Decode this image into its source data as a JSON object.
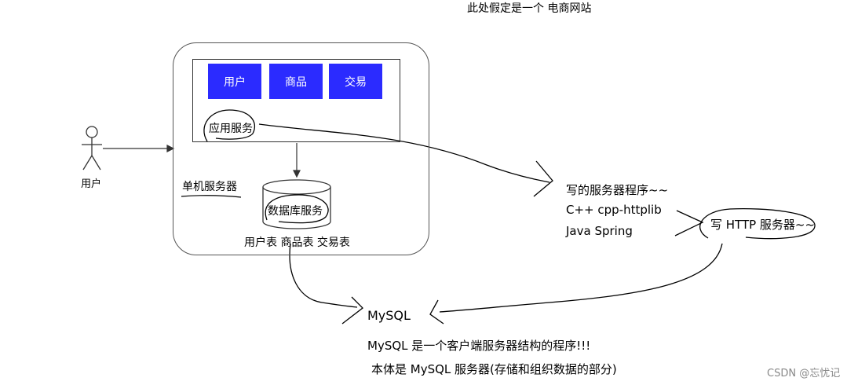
{
  "title": "此处假定是一个 电商网站",
  "user_label": "用户",
  "modules": [
    "用户",
    "商品",
    "交易"
  ],
  "app_service_label": "应用服务",
  "single_server_label": "单机服务器",
  "db_service_label": "数据库服务",
  "tables_label": "用户表 商品表 交易表",
  "notes": {
    "write_server": "写的服务器程序~~",
    "cpp": "C++ cpp-httplib",
    "java": "Java  Spring",
    "http": "写 HTTP 服务器~~"
  },
  "mysql": {
    "label": "MySQL",
    "desc1": "MySQL 是一个客户端服务器结构的程序!!!",
    "desc2": "本体是 MySQL 服务器(存储和组织数据的部分)"
  },
  "watermark": "CSDN @忘忧记",
  "colors": {
    "module_bg": "#2b2bff"
  }
}
